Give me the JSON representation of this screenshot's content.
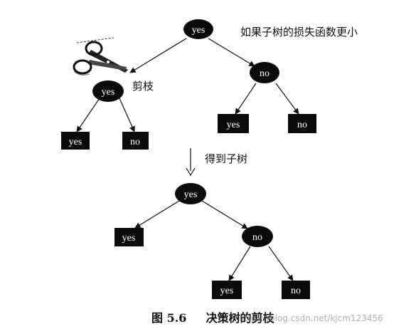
{
  "top_tree": {
    "root": "yes",
    "left_internal": "yes",
    "right_internal": "no",
    "left_leaves": [
      "yes",
      "no"
    ],
    "right_leaves": [
      "yes",
      "no"
    ]
  },
  "bottom_tree": {
    "root": "yes",
    "left_leaf": "yes",
    "right_internal": "no",
    "right_leaves": [
      "yes",
      "no"
    ]
  },
  "annotations": {
    "condition": "如果子树的损失函数更小",
    "prune": "剪枝",
    "result": "得到子树"
  },
  "caption": {
    "figure_number": "图 5.6",
    "title": "决策树的剪枝"
  },
  "watermark": "https://blog.csdn.net/kjcm123456",
  "icons": [
    "scissors-icon",
    "down-arrow-icon"
  ],
  "colors": {
    "node_fill": "#0b0b0b",
    "node_text": "#ffffff",
    "line": "#111111"
  }
}
